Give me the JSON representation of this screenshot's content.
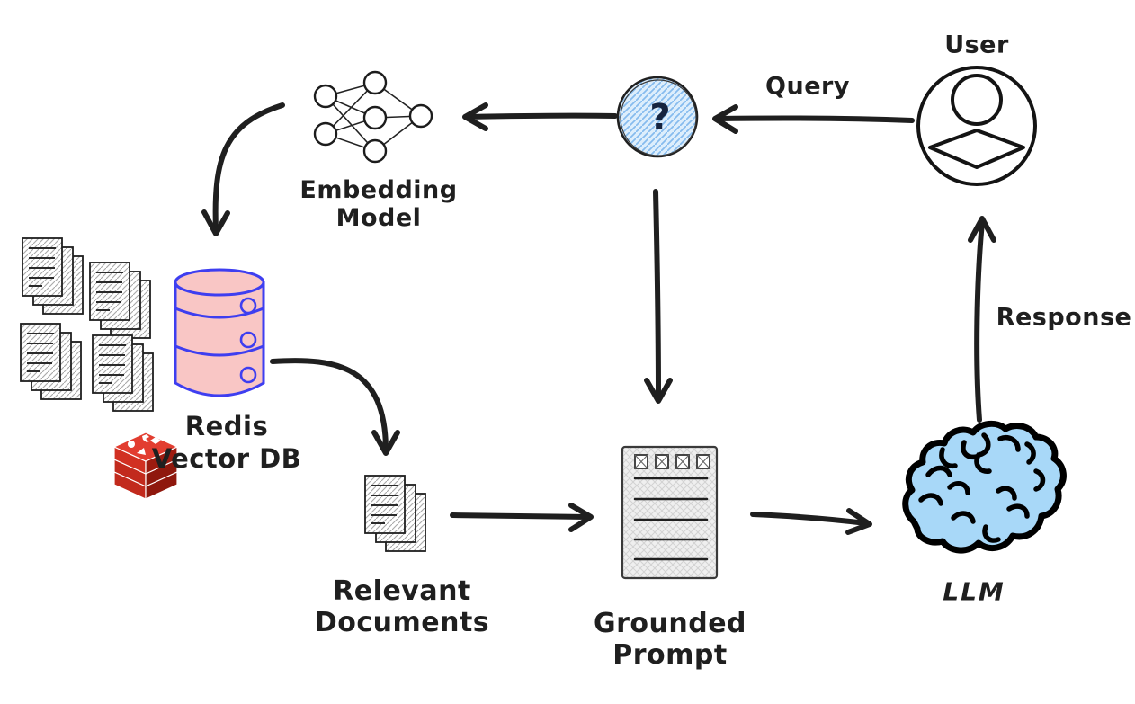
{
  "diagram_type": "hand-drawn RAG architecture flow diagram",
  "nodes": {
    "user": {
      "label": "User",
      "icon": "user-icon"
    },
    "query_circle": {
      "symbol": "?",
      "icon": "question-circle-icon"
    },
    "embedding_model": {
      "line1": "Embedding",
      "line2": "Model",
      "icon": "neural-network-icon"
    },
    "document_corpus": {
      "icon": "document-stacks-icon",
      "stack_count": 4
    },
    "redis_vector_db": {
      "line1": "Redis",
      "line2": "Vector DB",
      "icon": "database-cylinder-icon",
      "logo": "redis-cube-logo-icon"
    },
    "relevant_documents": {
      "line1": "Relevant",
      "line2": "Documents",
      "icon": "document-stack-icon"
    },
    "grounded_prompt": {
      "line1": "Grounded",
      "line2": "Prompt",
      "icon": "document-page-icon"
    },
    "llm": {
      "label": "LLM",
      "icon": "brain-icon"
    }
  },
  "edges": {
    "query_arrow": {
      "label": "Query",
      "from": "user",
      "to": "query_circle"
    },
    "circle_to_embedding_arrow": {
      "from": "query_circle",
      "to": "embedding_model"
    },
    "embedding_to_redis_arrow": {
      "from": "embedding_model",
      "to": "redis_vector_db"
    },
    "redis_to_relevant_arrow": {
      "from": "redis_vector_db",
      "to": "relevant_documents"
    },
    "circle_to_prompt_arrow": {
      "from": "query_circle",
      "to": "grounded_prompt"
    },
    "relevant_to_prompt_arrow": {
      "from": "relevant_documents",
      "to": "grounded_prompt"
    },
    "prompt_to_llm_arrow": {
      "from": "grounded_prompt",
      "to": "llm"
    },
    "response_arrow": {
      "label": "Response",
      "from": "llm",
      "to": "user"
    }
  },
  "colors": {
    "ink": "#1f1f1f",
    "question_circle_fill": "#ddeefc",
    "question_circle_hatch": "#85bbee",
    "question_mark": "#16243f",
    "brain_fill": "#a8d8f8",
    "redis_cylinder_fill": "#f9c6c5",
    "redis_cylinder_stroke": "#3e3ef0",
    "redis_logo_red": "#e23d30",
    "document_hatch": "#a8a8a8",
    "prompt_fill": "#efefef"
  }
}
